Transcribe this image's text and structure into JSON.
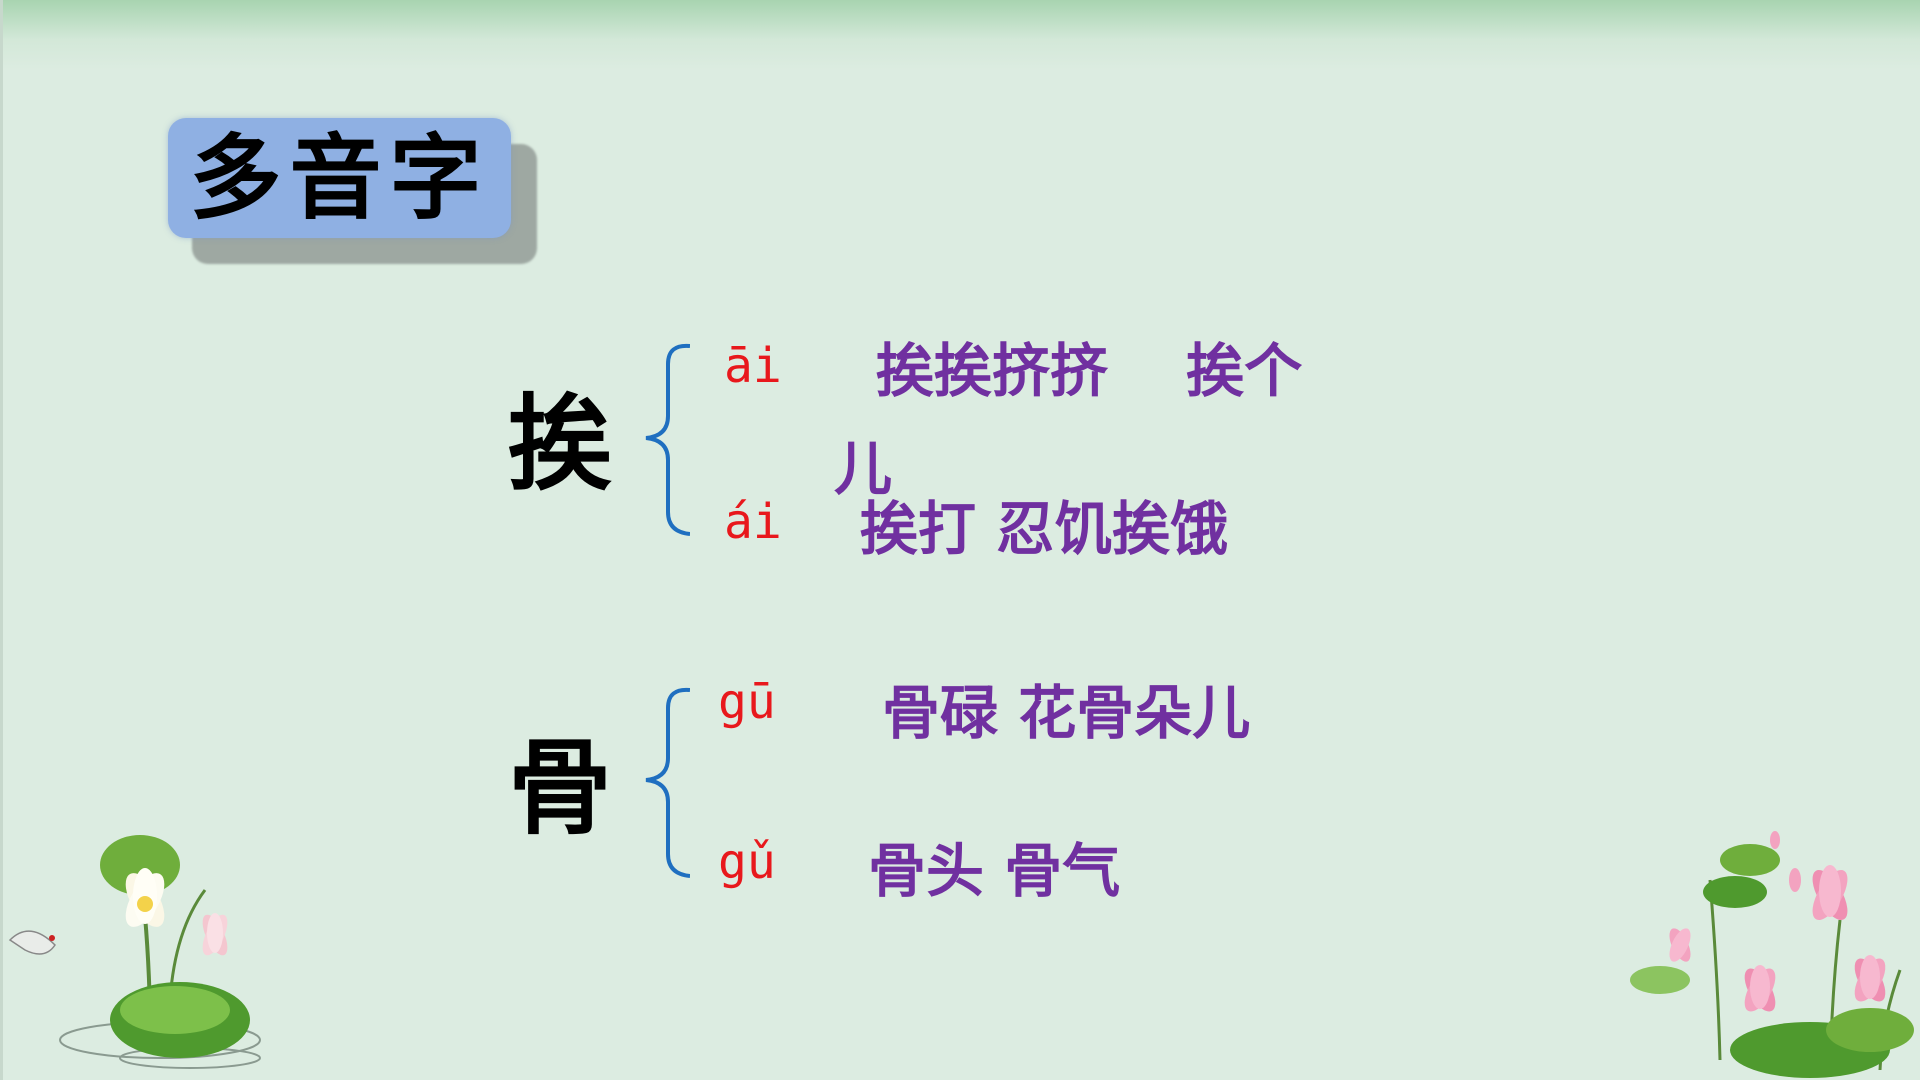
{
  "title": "多音字",
  "entries": [
    {
      "char": "挨",
      "readings": [
        {
          "pinyin": "āi",
          "words_line1": "挨挨挤挤　 挨个",
          "words_line2": "儿"
        },
        {
          "pinyin": "ái",
          "words": "挨打  忍饥挨饿"
        }
      ]
    },
    {
      "char": "骨",
      "readings": [
        {
          "pinyin": "gū",
          "words": "骨碌  花骨朵儿"
        },
        {
          "pinyin": "gǔ",
          "words": "骨头  骨气"
        }
      ]
    }
  ],
  "colors": {
    "pinyin": "#e8181c",
    "words": "#7030a0",
    "brace": "#1f6fc0",
    "title_box": "#8fb0e3"
  },
  "icons": [
    "lotus-left-decoration-icon",
    "lotus-right-decoration-icon",
    "bracket-icon"
  ]
}
